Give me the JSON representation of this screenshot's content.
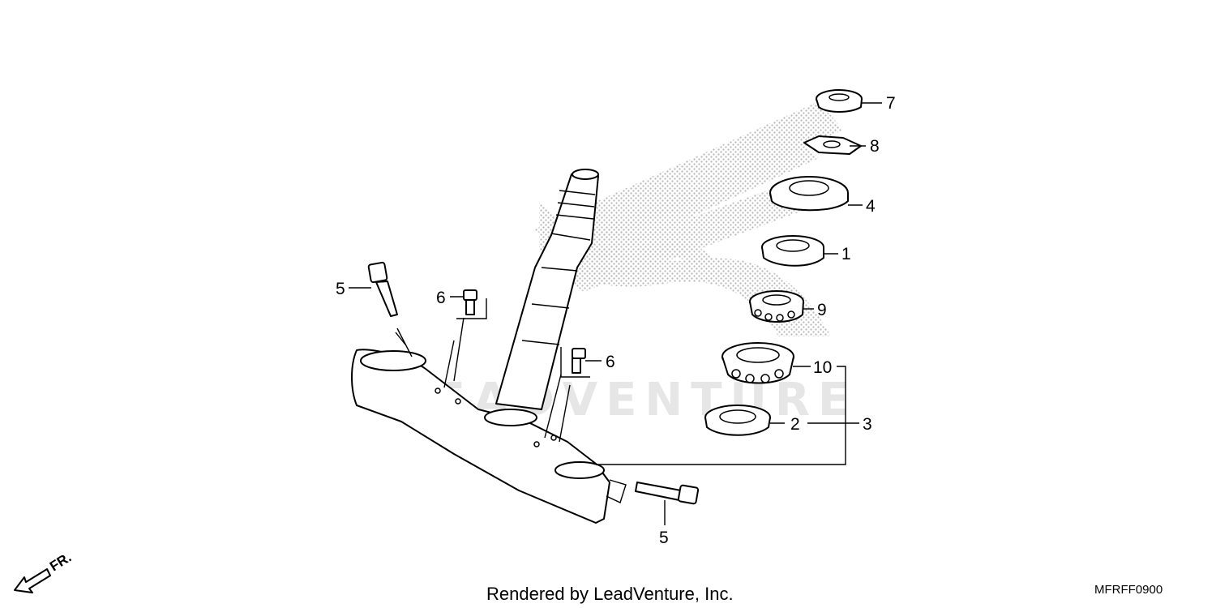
{
  "diagram": {
    "callouts": {
      "c1": "1",
      "c2": "2",
      "c3": "3",
      "c4": "4",
      "c5a": "5",
      "c5b": "5",
      "c6a": "6",
      "c6b": "6",
      "c7": "7",
      "c8": "8",
      "c9": "9",
      "c10": "10"
    },
    "direction_label": "FR.",
    "watermark_text": "LEADVENTURE",
    "footer_credit": "Rendered by LeadVenture, Inc.",
    "diagram_code": "MFRFF0900"
  }
}
